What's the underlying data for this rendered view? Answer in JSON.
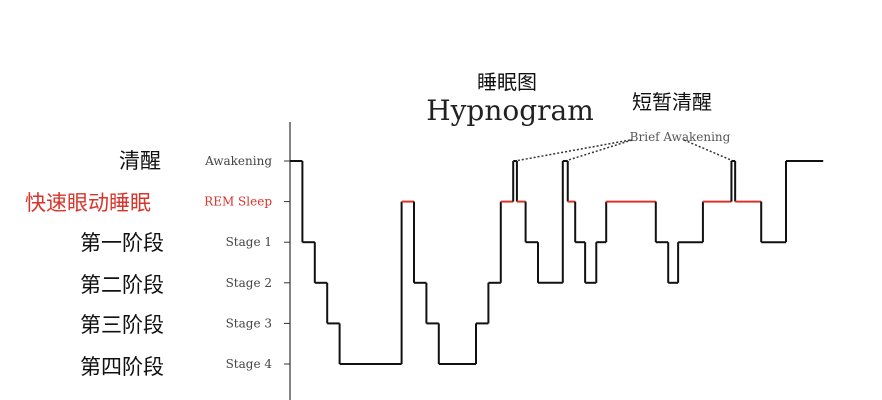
{
  "title_cn": "睡眠图",
  "title_en": "Hypnogram",
  "annotation_cn": "短暂清醒",
  "annotation_en": "Brief Awakening",
  "stage_labels_cn": [
    "清醒",
    "快速眼动睡眠",
    "第一阶段",
    "第二阶段",
    "第三阶段",
    "第四阶段"
  ],
  "colors": {
    "line": "#111111",
    "rem": "#d9342b",
    "axis": "#333333",
    "dotted": "#333333"
  },
  "chart_data": {
    "type": "line",
    "title": "Hypnogram",
    "subtitle": "睡眠图",
    "ylabel": "",
    "xlabel": "",
    "y_categories": [
      "Awakening",
      "REM Sleep",
      "Stage 1",
      "Stage 2",
      "Stage 3",
      "Stage 4"
    ],
    "x_range": [
      0,
      41
    ],
    "grid": false,
    "series": [
      {
        "type": "step",
        "steps": [
          {
            "from": 0,
            "to": 1,
            "stage": "Awakening"
          },
          {
            "from": 1,
            "to": 2,
            "stage": "Stage 1"
          },
          {
            "from": 2,
            "to": 3,
            "stage": "Stage 2"
          },
          {
            "from": 3,
            "to": 4,
            "stage": "Stage 3"
          },
          {
            "from": 4,
            "to": 9,
            "stage": "Stage 4"
          },
          {
            "from": 9,
            "to": 10,
            "stage": "REM Sleep"
          },
          {
            "from": 10,
            "to": 11,
            "stage": "Stage 2"
          },
          {
            "from": 11,
            "to": 12,
            "stage": "Stage 3"
          },
          {
            "from": 12,
            "to": 15,
            "stage": "Stage 4"
          },
          {
            "from": 15,
            "to": 16,
            "stage": "Stage 3"
          },
          {
            "from": 16,
            "to": 17,
            "stage": "Stage 2"
          },
          {
            "from": 17,
            "to": 18,
            "stage": "REM Sleep"
          },
          {
            "from": 18,
            "to": 18.3,
            "stage": "Awakening"
          },
          {
            "from": 18.3,
            "to": 19,
            "stage": "REM Sleep"
          },
          {
            "from": 19,
            "to": 20,
            "stage": "Stage 1"
          },
          {
            "from": 20,
            "to": 22,
            "stage": "Stage 2"
          },
          {
            "from": 22,
            "to": 22.4,
            "stage": "Awakening"
          },
          {
            "from": 22.4,
            "to": 23,
            "stage": "REM Sleep"
          },
          {
            "from": 23,
            "to": 23.8,
            "stage": "Stage 1"
          },
          {
            "from": 23.8,
            "to": 24.7,
            "stage": "Stage 2"
          },
          {
            "from": 24.7,
            "to": 25.5,
            "stage": "Stage 1"
          },
          {
            "from": 25.5,
            "to": 29.5,
            "stage": "REM Sleep"
          },
          {
            "from": 29.5,
            "to": 30.5,
            "stage": "Stage 1"
          },
          {
            "from": 30.5,
            "to": 31.3,
            "stage": "Stage 2"
          },
          {
            "from": 31.3,
            "to": 33.3,
            "stage": "Stage 1"
          },
          {
            "from": 33.3,
            "to": 35.6,
            "stage": "REM Sleep"
          },
          {
            "from": 35.6,
            "to": 35.9,
            "stage": "Awakening"
          },
          {
            "from": 35.9,
            "to": 38,
            "stage": "REM Sleep"
          },
          {
            "from": 38,
            "to": 40,
            "stage": "Stage 1"
          },
          {
            "from": 40,
            "to": 43,
            "stage": "Awakening"
          }
        ]
      }
    ],
    "annotations": [
      {
        "text": "Brief Awakening",
        "points_to": [
          18.15,
          22.2,
          35.75
        ]
      }
    ]
  }
}
